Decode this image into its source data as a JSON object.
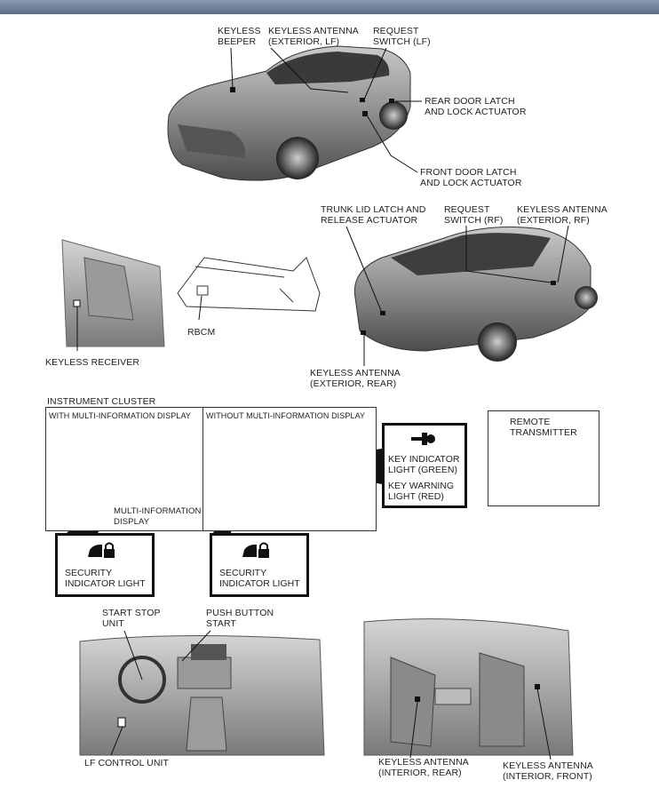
{
  "colors": {
    "header_bar": "#5b6e86",
    "line": "#111111",
    "car_body": "#8f8f8f"
  },
  "labels": {
    "keyless_beeper": "KEYLESS\nBEEPER",
    "keyless_antenna_ext_lf": "KEYLESS ANTENNA\n(EXTERIOR, LF)",
    "request_switch_lf": "REQUEST\nSWITCH (LF)",
    "rear_door_latch": "REAR DOOR LATCH\nAND LOCK ACTUATOR",
    "front_door_latch": "FRONT DOOR LATCH\nAND LOCK ACTUATOR",
    "trunk_lid_latch": "TRUNK LID LATCH AND\nRELEASE ACTUATOR",
    "request_switch_rf": "REQUEST\nSWITCH (RF)",
    "keyless_antenna_ext_rf": "KEYLESS ANTENNA\n(EXTERIOR, RF)",
    "rbcm": "RBCM",
    "keyless_receiver": "KEYLESS RECEIVER",
    "keyless_antenna_ext_rear": "KEYLESS ANTENNA\n(EXTERIOR, REAR)",
    "instrument_cluster": "INSTRUMENT CLUSTER",
    "with_mid": "WITH MULTI-INFORMATION DISPLAY",
    "without_mid": "WITHOUT MULTI-INFORMATION DISPLAY",
    "multi_info_display": "MULTI-INFORMATION\nDISPLAY",
    "key_indicator": "KEY INDICATOR\nLIGHT (GREEN)",
    "key_warning": "KEY WARNING\nLIGHT (RED)",
    "remote_transmitter": "REMOTE\nTRANSMITTER",
    "security_indicator_1": "SECURITY\nINDICATOR LIGHT",
    "security_indicator_2": "SECURITY\nINDICATOR LIGHT",
    "start_stop_unit": "START STOP\nUNIT",
    "push_button_start": "PUSH BUTTON\nSTART",
    "lf_control_unit": "LF CONTROL UNIT",
    "keyless_antenna_int_rear": "KEYLESS ANTENNA\n(INTERIOR, REAR)",
    "keyless_antenna_int_front": "KEYLESS ANTENNA\n(INTERIOR, FRONT)"
  }
}
